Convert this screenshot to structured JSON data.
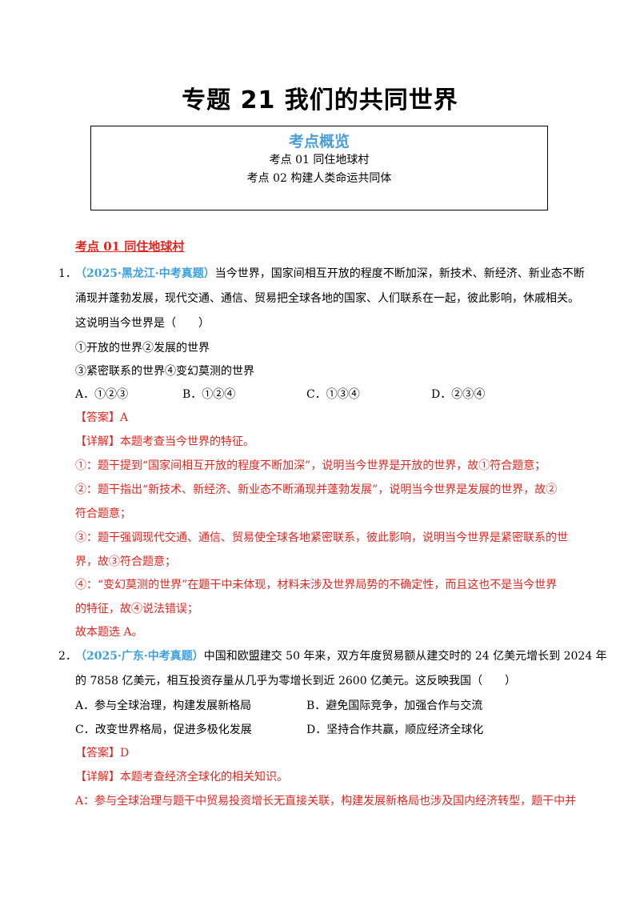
{
  "title": "专题 21 我们的共同世界",
  "overview": {
    "heading": "考点概览",
    "items": [
      "考点 01  同住地球村",
      "考点 02  构建人类命运共同体"
    ]
  },
  "section1": {
    "heading": "考点 01  同住地球村"
  },
  "q1": {
    "number": "1．",
    "source": "（2025·黑龙江·中考真题）",
    "stem_lines": [
      "当今世界，国家间相互开放的程度不断加深，新技术、新经济、新业态不断",
      "涌现并蓬勃发展，现代交通、通信、贸易把全球各地的国家、人们联系在一起，彼此影响，休戚相关。",
      "这说明当今世界是（　　）",
      "①开放的世界②发展的世界",
      "③紧密联系的世界④变幻莫测的世界"
    ],
    "options": [
      "A．①②③",
      "B．①②④",
      "C．①③④",
      "D．②③④"
    ],
    "answer_label": "【答案】",
    "answer": "A",
    "detail_label": "【详解】",
    "detail": "本题考查当今世界的特征。",
    "analysis_lines": [
      "①：题干提到“国家间相互开放的程度不断加深”，说明当今世界是开放的世界，故①符合题意；",
      "②：题干指出“新技术、新经济、新业态不断涌现并蓬勃发展”，说明当今世界是发展的世界，故②",
      "符合题意；",
      "③：题干强调现代交通、通信、贸易使全球各地紧密联系，彼此影响，说明当今世界是紧密联系的世",
      "界，故③符合题意；",
      "④：“变幻莫测的世界”在题干中未体现，材料未涉及世界局势的不确定性，而且这也不是当今世界",
      "的特征，故④说法错误；",
      "故本题选 A。"
    ]
  },
  "q2": {
    "number": "2．",
    "source": "（2025·广东·中考真题）",
    "stem_lines": [
      "中国和欧盟建交 50 年来，双方年度贸易额从建交时的 24 亿美元增长到 2024 年",
      "的 7858 亿美元，相互投资存量从几乎为零增长到近 2600 亿美元。这反映我国（　　）"
    ],
    "options": [
      "A．参与全球治理，构建发展新格局",
      "B．避免国际竞争，加强合作与交流",
      "C．改变世界格局，促进多极化发展",
      "D．坚持合作共赢，顺应经济全球化"
    ],
    "answer_label": "【答案】",
    "answer": "D",
    "detail_label": "【详解】",
    "detail": "本题考查经济全球化的相关知识。",
    "analysis_lines": [
      "A：参与全球治理与题干中贸易投资增长无直接关联，构建发展新格局也涉及国内经济转型，题干中并"
    ]
  }
}
